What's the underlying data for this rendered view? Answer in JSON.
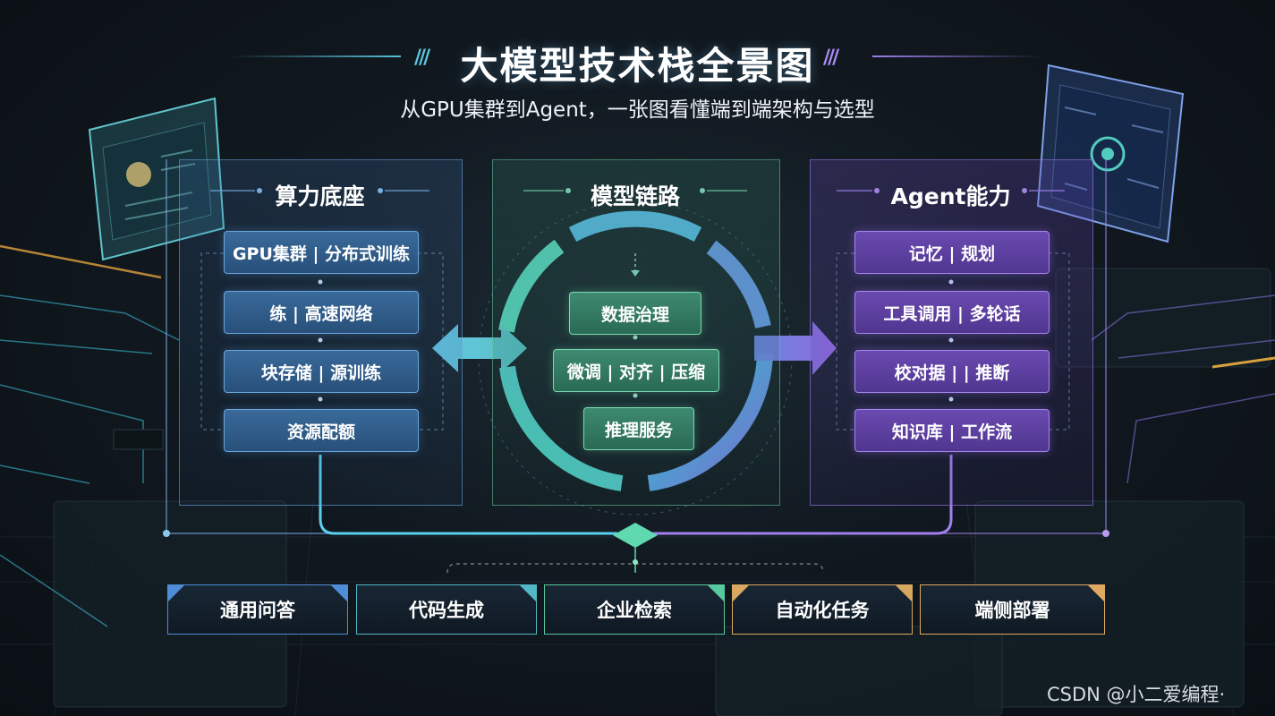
{
  "header": {
    "title": "大模型技术栈全景图",
    "subtitle": "从GPU集群到Agent，一张图看懂端到端架构与选型"
  },
  "panels": [
    {
      "title": "算力底座",
      "items": [
        "GPU集群 | 分布式训练",
        "练 | 高速网络",
        "块存储 | 源训练",
        "资源配额"
      ]
    },
    {
      "title": "模型链路",
      "items": [
        "数据治理",
        "微调 | 对齐 | 压缩",
        "推理服务"
      ]
    },
    {
      "title": "Agent能力",
      "items": [
        "记忆 | 规划",
        "工具调用 | 多轮话",
        "校对据 | | 推断",
        "知识库 | 工作流"
      ]
    }
  ],
  "applications": [
    "通用问答",
    "代码生成",
    "企业检索",
    "自动化任务",
    "端侧部署"
  ],
  "watermark": "CSDN @小二爱编程·",
  "colors": {
    "blue_accent": "#4f8dd8",
    "green_accent": "#58c8a0",
    "purple_accent": "#9a7ce8",
    "orange_accent": "#e0a860"
  }
}
